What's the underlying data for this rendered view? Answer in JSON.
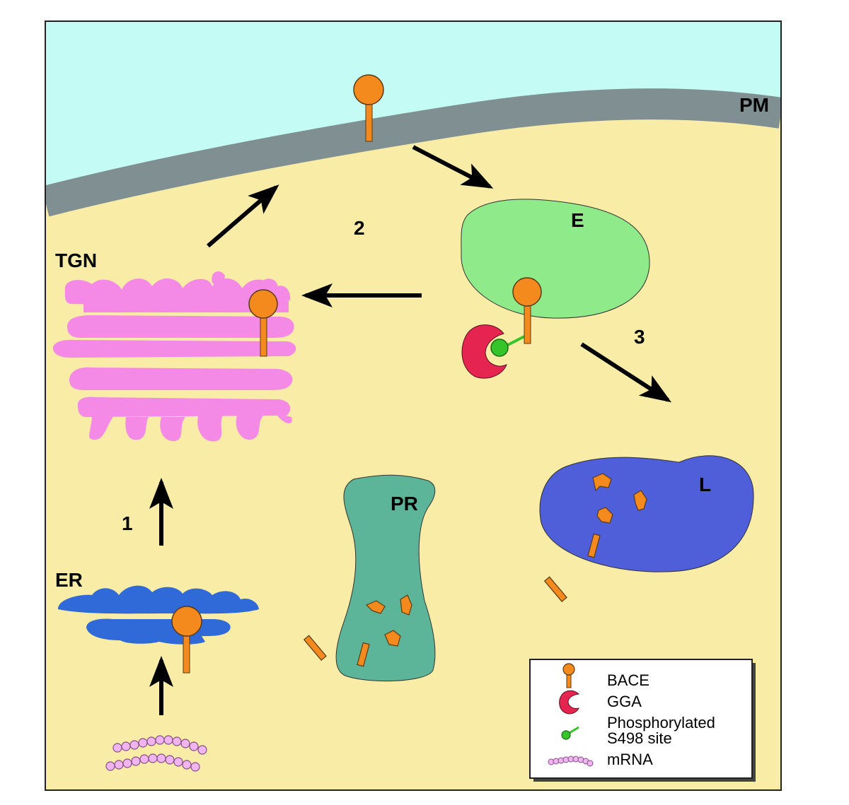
{
  "labels": {
    "pm": "PM",
    "tgn": "TGN",
    "er": "ER",
    "e": "E",
    "l": "L",
    "pr": "PR",
    "step1": "1",
    "step2": "2",
    "step3": "3"
  },
  "legend": {
    "bace": "BACE",
    "gga": "GGA",
    "phospho_line1": "Phosphorylated",
    "phospho_line2": "S498 site",
    "mrna": "mRNA"
  },
  "colors": {
    "extracellular": "#c4fbf5",
    "membrane": "#7f8f92",
    "cytoplasm": "#f8eca6",
    "tgn": "#f58ae6",
    "er": "#3069d8",
    "endosome": "#8fea8a",
    "lysosome": "#4f5ed9",
    "proteasome": "#5db599",
    "bace": "#f48a1d",
    "gga": "#e5254f",
    "phospho_site": "#35c52a",
    "mrna": "#efb5ef"
  }
}
